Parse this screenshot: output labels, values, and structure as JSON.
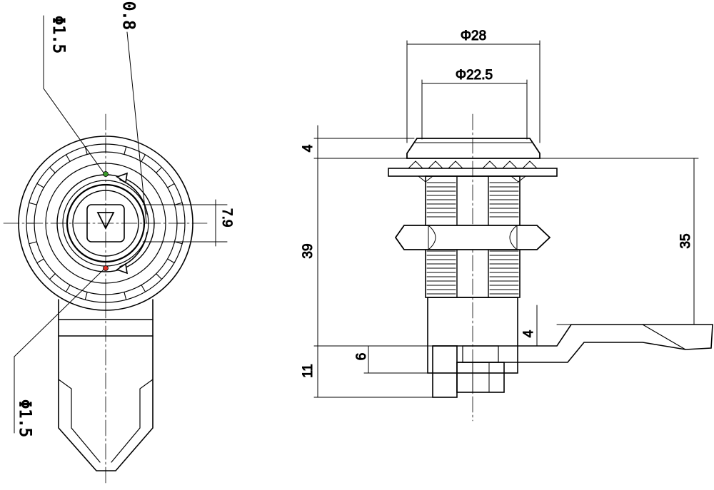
{
  "dimensions": {
    "flange_diameter": "Φ28",
    "body_diameter": "Φ22.5",
    "flange_height": "4",
    "total_length": "39",
    "thread_length": "35",
    "cam_offset": "4",
    "shaft_tail": "11",
    "cam_thickness": "6",
    "key_slot": "7.9",
    "dot_top_diameter": "Φ1.5",
    "dot_bottom_diameter": "Φ1.5",
    "clearance": "0.8"
  },
  "colors": {
    "line": "#000000",
    "dot_top": "#3a9a2a",
    "dot_bottom": "#d93025"
  },
  "icons": {
    "key_triangle": "triangle-down-icon",
    "rotation_arrows": "rotation-arrow-icon"
  }
}
